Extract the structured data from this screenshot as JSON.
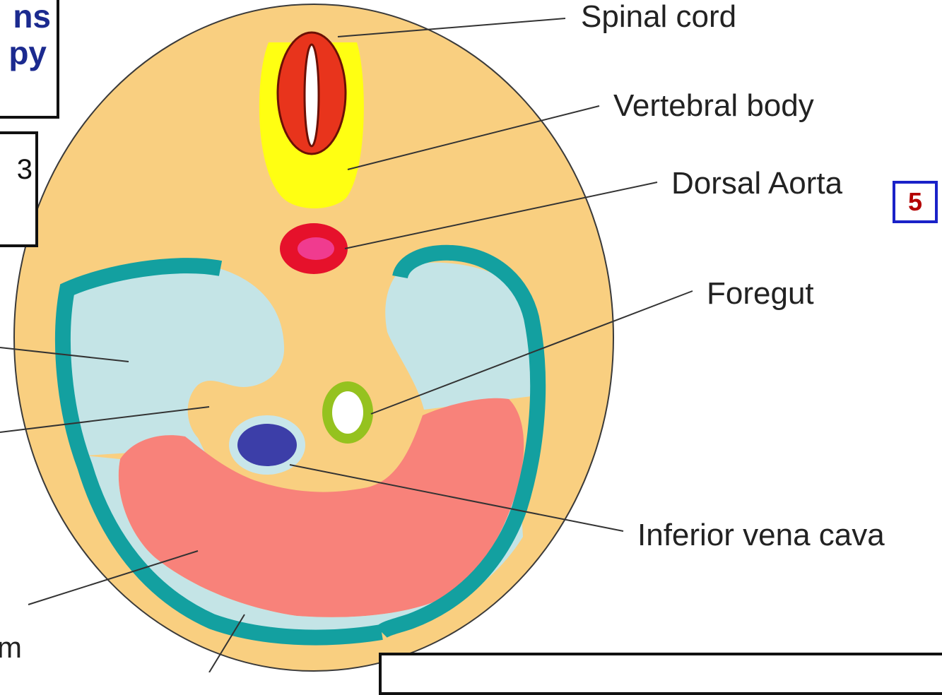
{
  "labels": {
    "spinal_cord": "Spinal cord",
    "vertebral_body": "Vertebral body",
    "dorsal_aorta": "Dorsal Aorta",
    "foregut": "Foregut",
    "inferior_vena_cava": "Inferior vena cava",
    "partial_bottom_left": "m"
  },
  "boxes": {
    "top_left_title_line1": "ns",
    "top_left_title_line2": "py",
    "second_box_text": "3"
  },
  "page_marker": "5",
  "colors": {
    "body_fill": "#f9cf80",
    "spinal_cord": "#e8341c",
    "vertebral_body": "#ffff12",
    "aorta_outer": "#e6112b",
    "aorta_inner": "#f03b8f",
    "cavity": "#c4e4e6",
    "membrane": "#13a0a0",
    "liver": "#f8827a",
    "foregut_ring": "#95c21f",
    "ivc_outer": "#c8e6ea",
    "ivc_inner": "#3c3ea8",
    "title_blue": "#1b2a8f",
    "marker_red": "#b30000",
    "marker_border": "#1a22c8"
  }
}
